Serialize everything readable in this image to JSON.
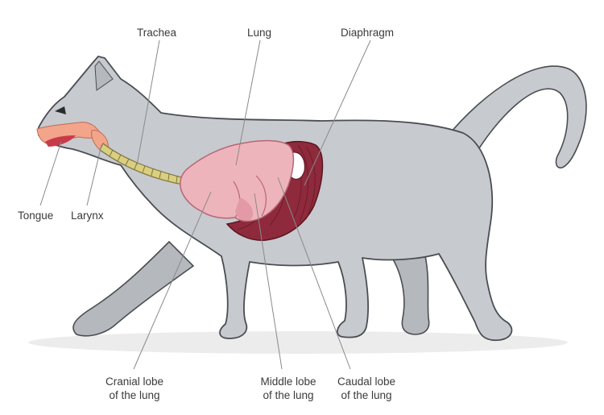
{
  "labels": {
    "trachea": "Trachea",
    "lung": "Lung",
    "diaphragm": "Diaphragm",
    "tongue": "Tongue",
    "larynx": "Larynx",
    "cranial_lobe": [
      "Cranial lobe",
      "of the lung"
    ],
    "middle_lobe": [
      "Middle lobe",
      "of the lung"
    ],
    "caudal_lobe": [
      "Caudal lobe",
      "of the lung"
    ]
  },
  "colors": {
    "body": "#c7cace",
    "body_shadow": "#b5b9be",
    "outline": "#4a4d52",
    "lung": "#eeb4bc",
    "lung_shade": "#e39aa6",
    "diaphragm": "#8e2a3b",
    "diaphragm_dark": "#6a1a29",
    "trachea": "#d9cf7e",
    "mouth": "#f2a58a",
    "ground": "#ececec",
    "leader": "#8a8a8a",
    "text": "#3a3a3a"
  }
}
